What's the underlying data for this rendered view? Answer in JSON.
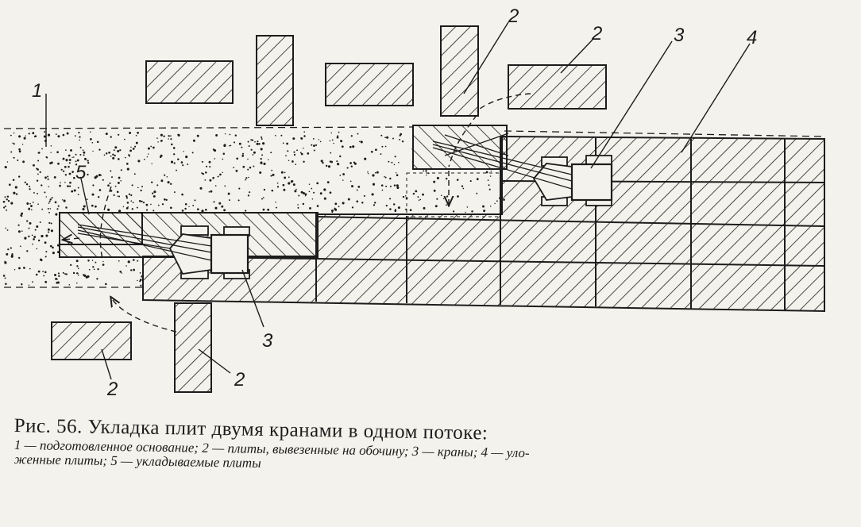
{
  "caption": {
    "title": "Рис. 56. Укладка плит двумя кранами в одном потоке:",
    "line1": "1 — подготовленное основание; 2 — плиты, вывезенные на обочину; 3 — краны; 4 — уло-",
    "line2": "женные плиты; 5 — укладываемые плиты"
  },
  "callouts": {
    "base": "1",
    "slabs": "2",
    "cranes": "3",
    "laid_slabs": "4",
    "laying_slabs": "5"
  },
  "colors": {
    "ink": "#1c1c1c",
    "paper": "#f4f2ec"
  }
}
